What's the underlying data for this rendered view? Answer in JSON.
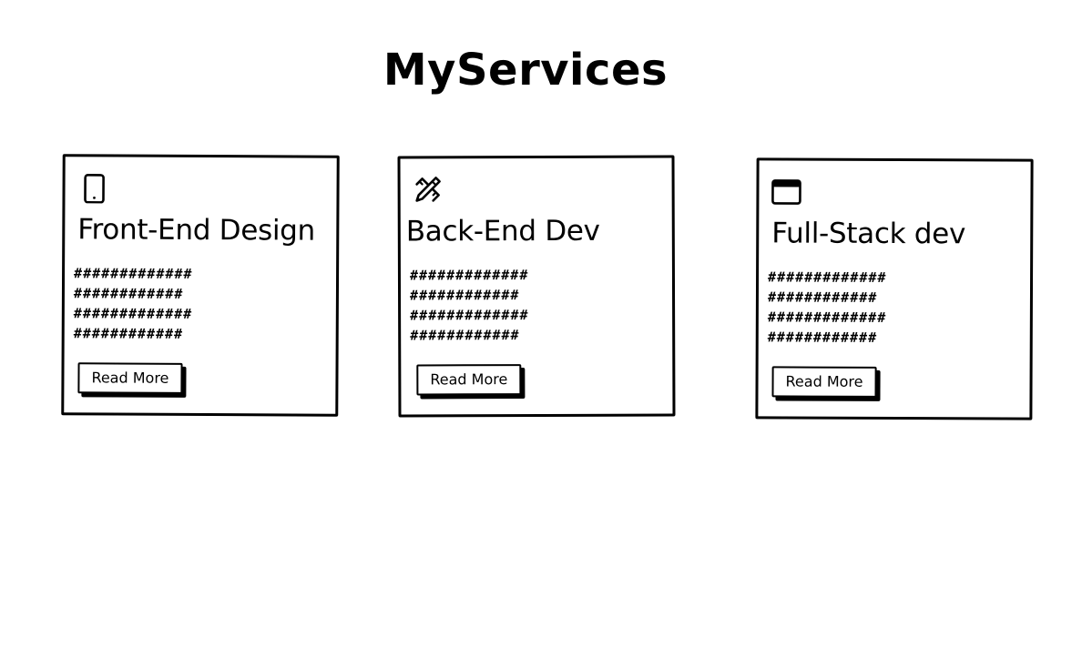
{
  "page": {
    "title": "MyServices"
  },
  "services": [
    {
      "icon": "smartphone-icon",
      "title": "Front-End Design",
      "text": "#############\n############\n#############\n############",
      "button_label": "Read More"
    },
    {
      "icon": "pencil-ruler-icon",
      "title": "Back-End Dev",
      "text": "#############\n############\n#############\n############",
      "button_label": "Read More"
    },
    {
      "icon": "browser-window-icon",
      "title": "Full-Stack dev",
      "text": "#############\n############\n#############\n############",
      "button_label": "Read More"
    }
  ],
  "colors": {
    "ink": "#000000",
    "background": "#ffffff"
  }
}
